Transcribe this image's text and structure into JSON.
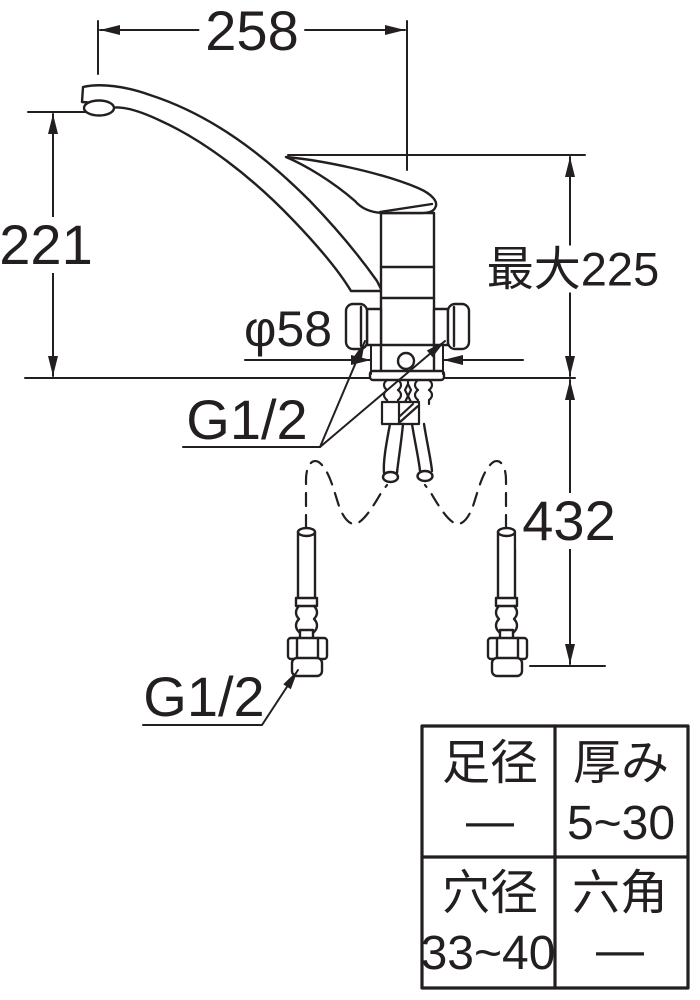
{
  "diagram": {
    "title_hint": "single-lever kitchen faucet dimension drawing",
    "dimensions": {
      "spout_reach": "258",
      "spout_height": "221",
      "max_height": "最大225",
      "base_diameter": "φ58",
      "hose_length": "432",
      "connection_top": "G1/2",
      "connection_bottom": "G1/2"
    },
    "spec_table": {
      "cells": [
        {
          "label": "足径",
          "value": "—"
        },
        {
          "label": "厚み",
          "value": "5~30"
        },
        {
          "label": "穴径",
          "value": "33~40"
        },
        {
          "label": "六角",
          "value": "—"
        }
      ]
    },
    "colors": {
      "line": "#231f20",
      "background": "#ffffff"
    }
  }
}
